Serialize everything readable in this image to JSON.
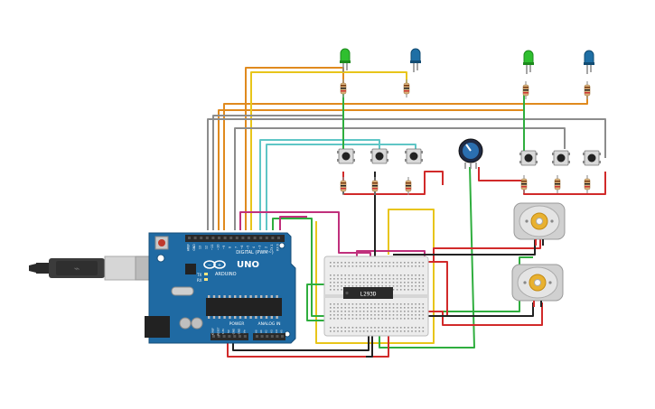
{
  "board": {
    "brand": "ARDUINO",
    "model": "UNO",
    "digital_label": "DIGITAL (PWM~)",
    "power_label": "POWER",
    "analog_label": "ANALOG IN",
    "tx_label": "TX",
    "rx_label": "RX",
    "digital_pins": [
      "AREF",
      "GND",
      "13",
      "12",
      "~11",
      "~10",
      "~9",
      "8",
      "7",
      "~6",
      "~5",
      "4",
      "~3",
      "2",
      "TX 1",
      "RX 0"
    ],
    "power_pins": [
      "IOREF",
      "RESET",
      "3.3V",
      "5V",
      "GND",
      "GND",
      "Vin"
    ],
    "analog_pins": [
      "A0",
      "A1",
      "A2",
      "A3",
      "A4",
      "A5"
    ]
  },
  "driver_chip": {
    "label": "L293D"
  },
  "colors": {
    "board": "#1f6aa3",
    "wire_orange": "#e08a1e",
    "wire_yellow": "#e8c51a",
    "wire_gray": "#8c8c8c",
    "wire_teal": "#5fc6c6",
    "wire_green": "#2fae3e",
    "wire_red": "#d12a2a",
    "wire_black": "#222222",
    "wire_magenta": "#c0307c",
    "led_green": "#2fbf2f",
    "led_blue": "#1f6fa5"
  },
  "components": {
    "leds": [
      "green-led",
      "blue-led",
      "green-led",
      "blue-led"
    ],
    "buttons": 6,
    "motors": 2,
    "potentiometers": 1
  }
}
